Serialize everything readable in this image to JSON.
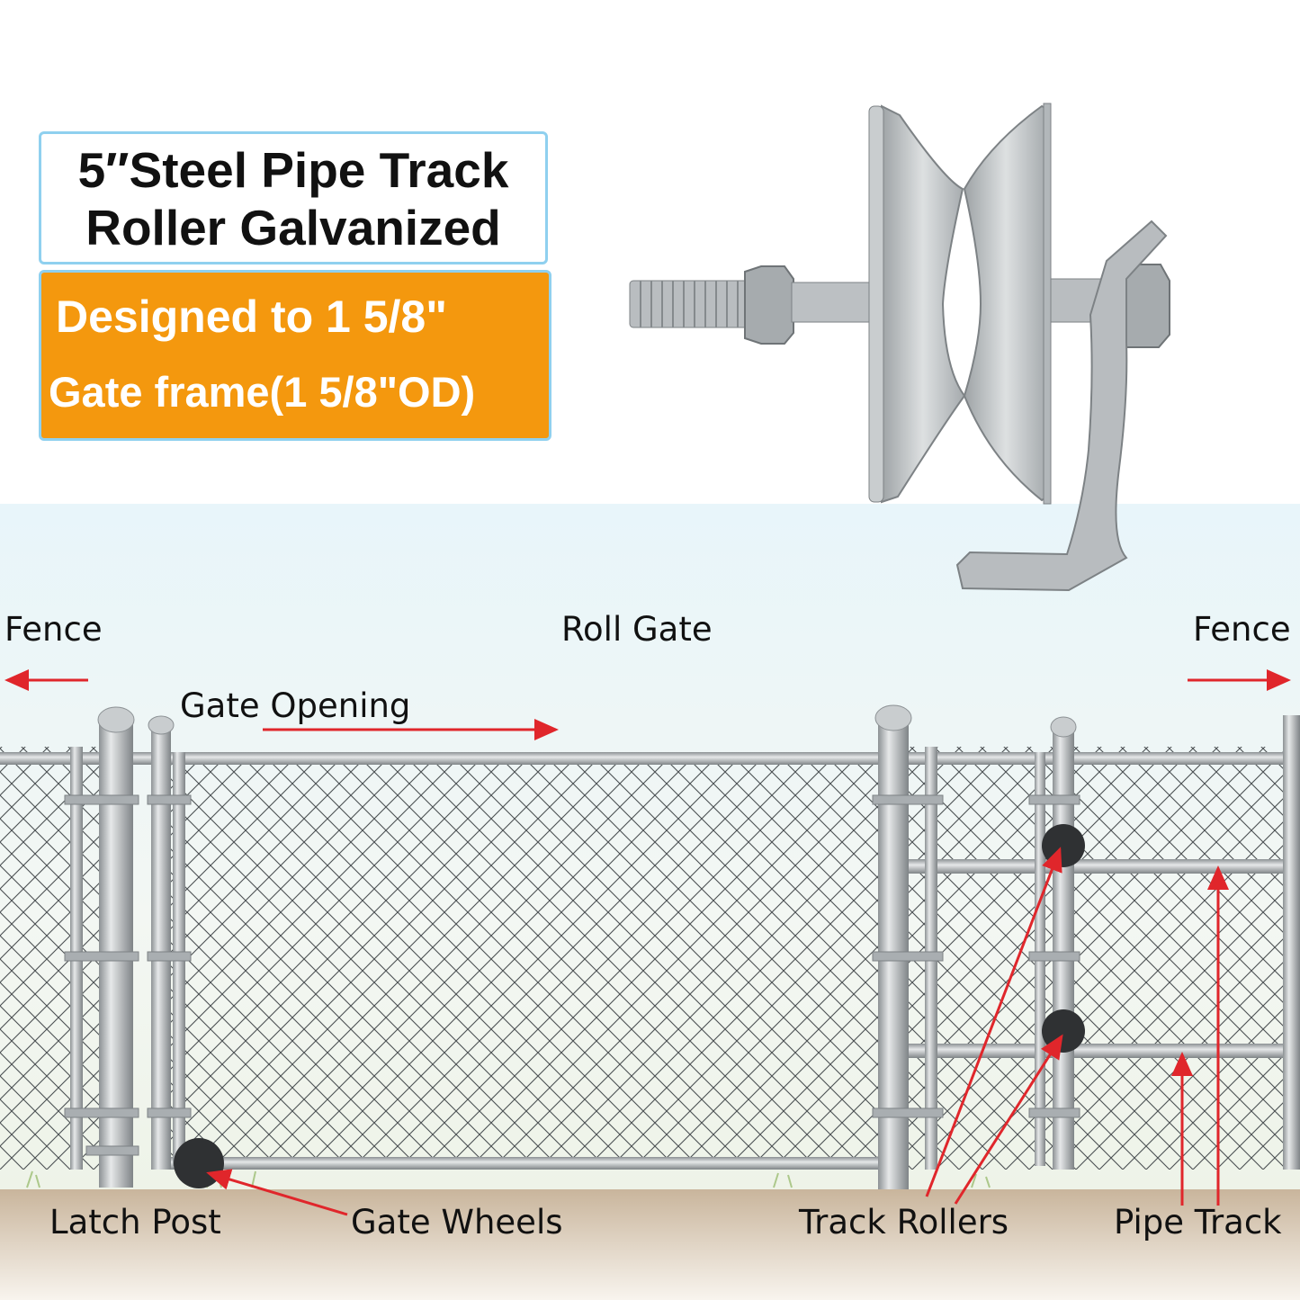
{
  "product": {
    "title_line1": "5″Steel Pipe Track",
    "title_line2": "Roller Galvanized",
    "spec_line1": "Designed to 1 5/8\"",
    "spec_line2": "Gate frame(1 5/8\"OD)"
  },
  "diagram": {
    "fence_left": "Fence",
    "roll_gate": "Roll Gate",
    "fence_right": "Fence",
    "gate_opening": "Gate Opening",
    "latch_post": "Latch Post",
    "gate_wheels": "Gate Wheels",
    "track_rollers": "Track Rollers",
    "pipe_track": "Pipe Track"
  },
  "colors": {
    "title_border": "#8fd0ef",
    "spec_background": "#f4980e",
    "arrow_red": "#e0262b",
    "steel": "#bfc3c6",
    "ground": "#c9b59c"
  }
}
